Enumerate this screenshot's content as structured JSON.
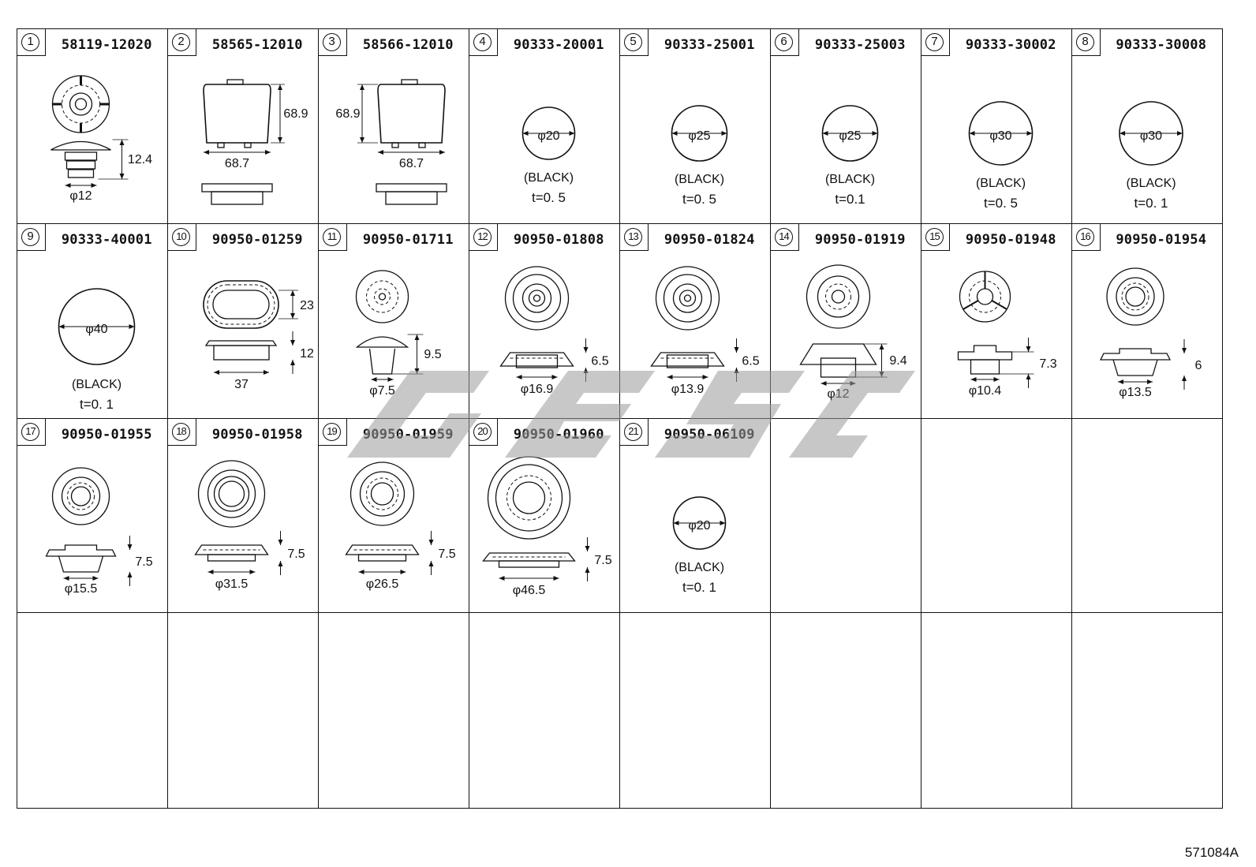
{
  "drawing_id": "571084A",
  "watermark_text": "GESC",
  "parts": [
    {
      "no": "1",
      "part_number": "58119-12020",
      "type": "clip",
      "dims": [
        "12.4",
        "φ12"
      ]
    },
    {
      "no": "2",
      "part_number": "58565-12010",
      "type": "cover-r",
      "dims": [
        "68.9",
        "68.7"
      ]
    },
    {
      "no": "3",
      "part_number": "58566-12010",
      "type": "cover-l",
      "dims": [
        "68.9",
        "68.7"
      ]
    },
    {
      "no": "4",
      "part_number": "90333-20001",
      "type": "disc",
      "dims": [
        "φ20"
      ],
      "color": "(BLACK)",
      "thickness": "t=0. 5"
    },
    {
      "no": "5",
      "part_number": "90333-25001",
      "type": "disc",
      "dims": [
        "φ25"
      ],
      "color": "(BLACK)",
      "thickness": "t=0. 5"
    },
    {
      "no": "6",
      "part_number": "90333-25003",
      "type": "disc",
      "dims": [
        "φ25"
      ],
      "color": "(BLACK)",
      "thickness": "t=0.1"
    },
    {
      "no": "7",
      "part_number": "90333-30002",
      "type": "disc",
      "dims": [
        "φ30"
      ],
      "color": "(BLACK)",
      "thickness": "t=0. 5"
    },
    {
      "no": "8",
      "part_number": "90333-30008",
      "type": "disc",
      "dims": [
        "φ30"
      ],
      "color": "(BLACK)",
      "thickness": "t=0. 1"
    },
    {
      "no": "9",
      "part_number": "90333-40001",
      "type": "disc-large",
      "dims": [
        "φ40"
      ],
      "color": "(BLACK)",
      "thickness": "t=0. 1"
    },
    {
      "no": "10",
      "part_number": "90950-01259",
      "type": "oval",
      "dims": [
        "23",
        "12",
        "37"
      ]
    },
    {
      "no": "11",
      "part_number": "90950-01711",
      "type": "plug",
      "dims": [
        "9.5",
        "φ7.5"
      ]
    },
    {
      "no": "12",
      "part_number": "90950-01808",
      "type": "grommet",
      "dims": [
        "6.5",
        "φ16.9"
      ]
    },
    {
      "no": "13",
      "part_number": "90950-01824",
      "type": "grommet",
      "dims": [
        "6.5",
        "φ13.9"
      ]
    },
    {
      "no": "14",
      "part_number": "90950-01919",
      "type": "grommet-tall",
      "dims": [
        "9.4",
        "φ12"
      ]
    },
    {
      "no": "15",
      "part_number": "90950-01948",
      "type": "grommet-slot",
      "dims": [
        "7.3",
        "φ10.4"
      ]
    },
    {
      "no": "16",
      "part_number": "90950-01954",
      "type": "grommet-step",
      "dims": [
        "6",
        "φ13.5"
      ]
    },
    {
      "no": "17",
      "part_number": "90950-01955",
      "type": "grommet-step",
      "dims": [
        "7.5",
        "φ15.5"
      ]
    },
    {
      "no": "18",
      "part_number": "90950-01958",
      "type": "grommet-flat",
      "dims": [
        "7.5",
        "φ31.5"
      ]
    },
    {
      "no": "19",
      "part_number": "90950-01959",
      "type": "grommet-flat",
      "dims": [
        "7.5",
        "φ26.5"
      ]
    },
    {
      "no": "20",
      "part_number": "90950-01960",
      "type": "grommet-wide",
      "dims": [
        "7.5",
        "φ46.5"
      ]
    },
    {
      "no": "21",
      "part_number": "90950-06109",
      "type": "disc",
      "dims": [
        "φ20"
      ],
      "color": "(BLACK)",
      "thickness": "t=0. 1"
    }
  ]
}
